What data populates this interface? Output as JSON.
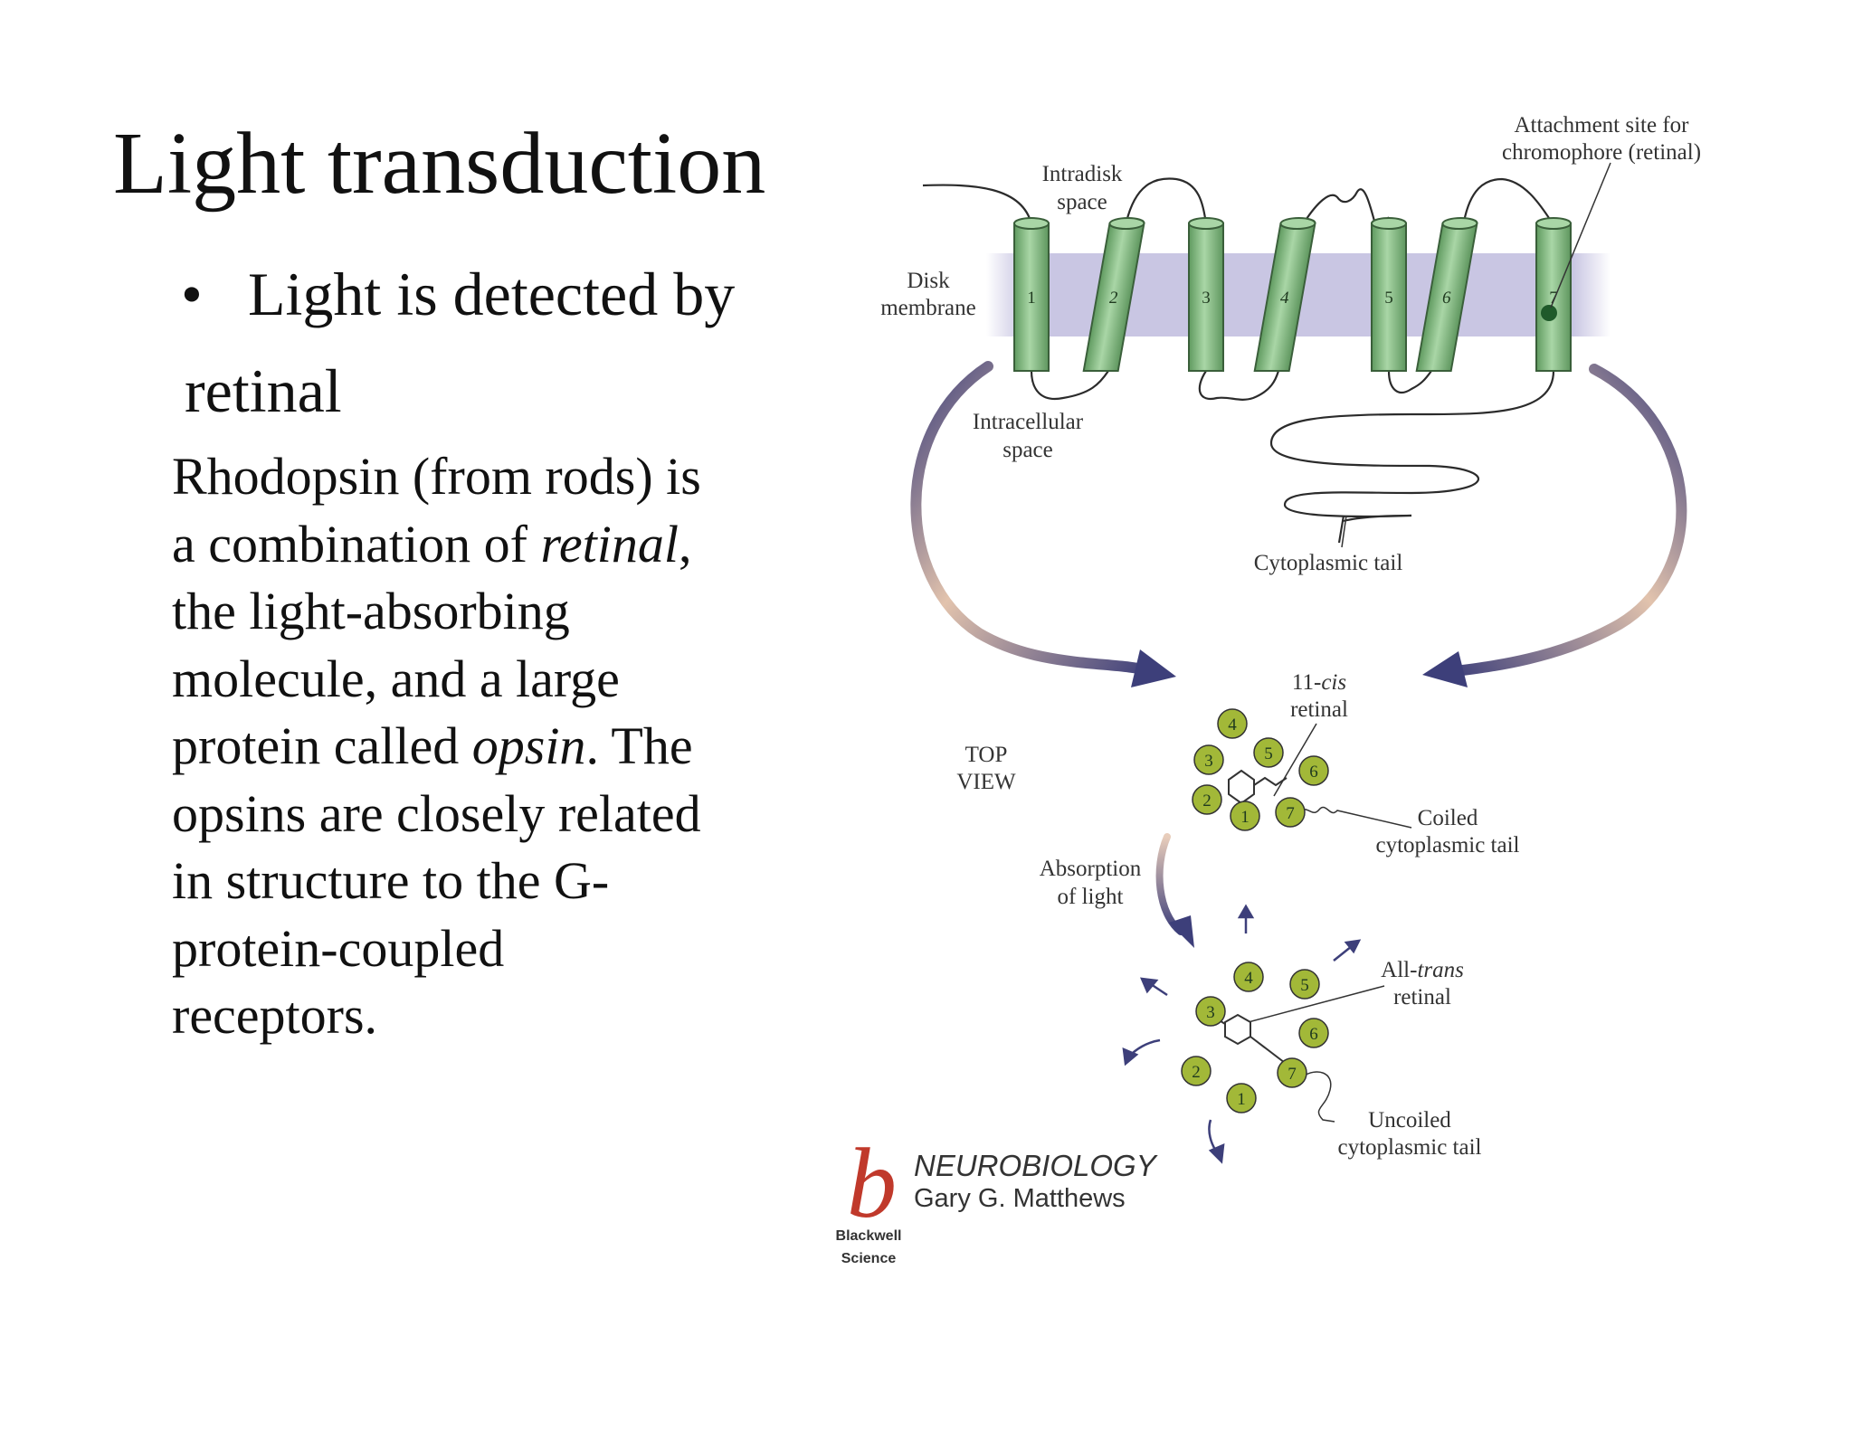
{
  "slide": {
    "title": "Light transduction",
    "bullet_line1": "Light is detected by",
    "bullet_line2": "retinal",
    "body": {
      "l1": "Rhodopsin (from rods) is",
      "l2_pre": "a combination of ",
      "l2_em": "retinal",
      "l2_post": ",",
      "l3": "the light-absorbing",
      "l4": "molecule, and a large",
      "l5_pre": "protein called ",
      "l5_em": "opsin",
      "l5_post": ".  The",
      "l6": "opsins are closely related",
      "l7": "in structure to the G-",
      "l8": "protein-coupled",
      "l9": "receptors."
    }
  },
  "diagram": {
    "labels": {
      "attachment_1": "Attachment site for",
      "attachment_2": "chromophore (retinal)",
      "intradisk_1": "Intradisk",
      "intradisk_2": "space",
      "disk_1": "Disk",
      "disk_2": "membrane",
      "intracell_1": "Intracellular",
      "intracell_2": "space",
      "cyto_tail": "Cytoplasmic tail",
      "top_view_1": "TOP",
      "top_view_2": "VIEW",
      "cis_pre": "11-",
      "cis_em": "cis",
      "cis_2": "retinal",
      "coiled_1": "Coiled",
      "coiled_2": "cytoplasmic tail",
      "absorption_1": "Absorption",
      "absorption_2": "of light",
      "trans_pre": "All-",
      "trans_em": "trans",
      "trans_2": "retinal",
      "uncoiled_1": "Uncoiled",
      "uncoiled_2": "cytoplasmic tail"
    },
    "helix_numbers": [
      "1",
      "2",
      "3",
      "4",
      "5",
      "6",
      "7"
    ],
    "colors": {
      "membrane": "#c9c6e3",
      "helix": "#8fc28f",
      "circle": "#a2b838",
      "arrow_dark": "#3d3f7a",
      "arrow_light": "#d9b7a0",
      "logo_b": "#c0392b"
    }
  },
  "logo": {
    "letter": "b",
    "title": "NEUROBIOLOGY",
    "author": "Gary G. Matthews",
    "publisher_1": "Blackwell",
    "publisher_2": "Science"
  }
}
